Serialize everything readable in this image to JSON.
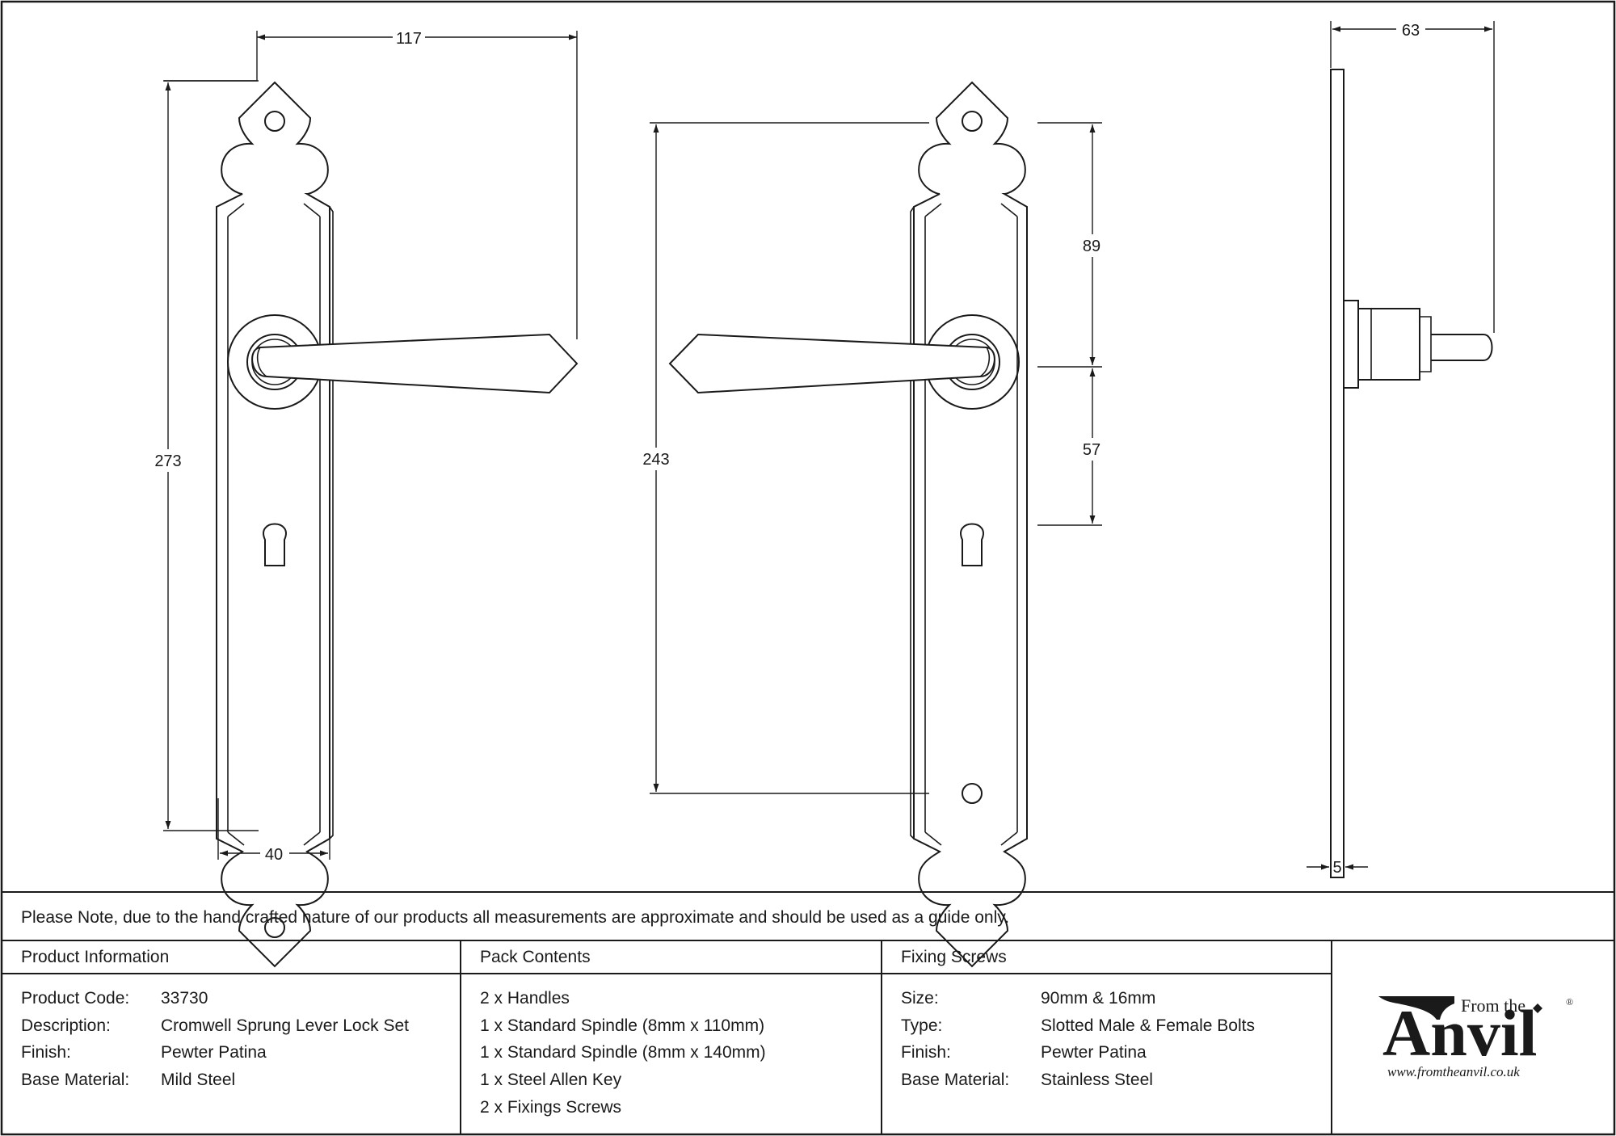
{
  "dimensions": {
    "front_width_top": "117",
    "front_height": "273",
    "front_width_bottom": "40",
    "back_height": "243",
    "back_upper": "89",
    "back_lower": "57",
    "side_projection": "63",
    "side_thickness": "5"
  },
  "note": "Please Note, due to the hand crafted nature of our products all measurements are approximate and should be used as a guide only.",
  "product_info": {
    "header": "Product Information",
    "rows": [
      {
        "label": "Product Code:",
        "value": "33730"
      },
      {
        "label": "Description:",
        "value": "Cromwell Sprung Lever Lock Set"
      },
      {
        "label": "Finish:",
        "value": "Pewter Patina"
      },
      {
        "label": "Base Material:",
        "value": "Mild Steel"
      }
    ]
  },
  "pack_contents": {
    "header": "Pack Contents",
    "items": [
      "2 x Handles",
      "1 x Standard Spindle (8mm x 110mm)",
      "1 x Standard Spindle (8mm x 140mm)",
      "1 x Steel Allen Key",
      "2 x Fixings Screws"
    ]
  },
  "fixing_screws": {
    "header": "Fixing Screws",
    "rows": [
      {
        "label": "Size:",
        "value": "90mm & 16mm"
      },
      {
        "label": "Type:",
        "value": "Slotted Male & Female Bolts"
      },
      {
        "label": "Finish:",
        "value": "Pewter Patina"
      },
      {
        "label": "Base Material:",
        "value": "Stainless Steel"
      }
    ]
  },
  "logo": {
    "from_the": "From the",
    "anvil": "Anvil",
    "registered": "®",
    "url": "www.fromtheanvil.co.uk"
  }
}
